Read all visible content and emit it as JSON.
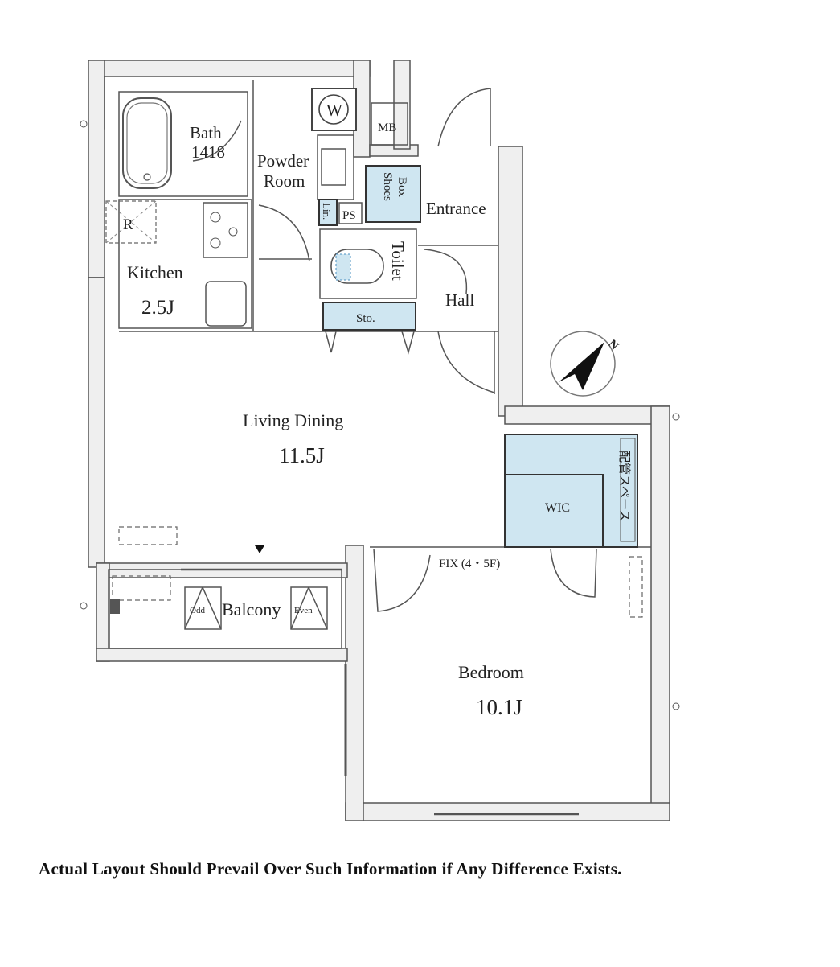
{
  "rooms": {
    "bath": "Bath",
    "bath_size": "1418",
    "powder_room_1": "Powder",
    "powder_room_2": "Room",
    "washer": "W",
    "meter_box": "MB",
    "shoes_box_1": "Shoes",
    "shoes_box_2": "Box",
    "entrance": "Entrance",
    "linen": "Lin.",
    "pipe_shaft": "PS",
    "refrigerator": "R",
    "kitchen": "Kitchen",
    "kitchen_size": "2.5J",
    "toilet": "Toilet",
    "hall": "Hall",
    "storage": "Sto.",
    "living_dining": "Living Dining",
    "living_dining_size": "11.5J",
    "wic": "WIC",
    "piping_space": "配管スペース",
    "fix_window": "FIX (4・5F)",
    "balcony": "Balcony",
    "odd": "Odd",
    "even": "Even",
    "bedroom": "Bedroom",
    "bedroom_size": "10.1J",
    "north": "N"
  },
  "disclaimer": "Actual Layout Should Prevail Over Such Information if Any Difference Exists.",
  "colors": {
    "storage_fill": "#cfe6f1",
    "wall_fill": "#efefef",
    "line": "#555555"
  }
}
